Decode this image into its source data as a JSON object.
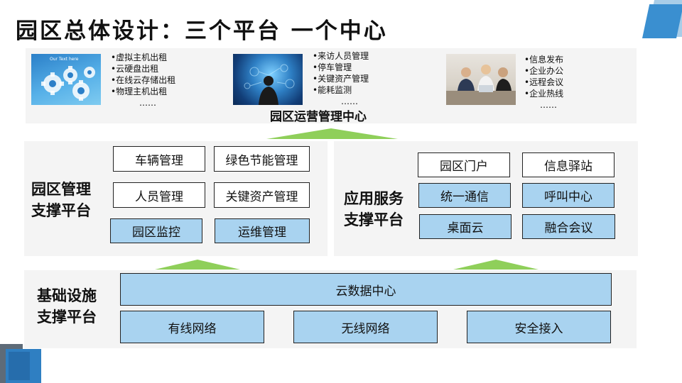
{
  "title": "园区总体设计：三个平台  一个中心",
  "top": {
    "col1": {
      "thumb_text": "Our Text here",
      "items": [
        "•虚拟主机出租",
        "•云硬盘出租",
        "•在线云存储出租",
        "•物理主机出租"
      ],
      "ellipsis": "……"
    },
    "col2": {
      "items": [
        "•来访人员管理",
        "•停车管理",
        "•关键资产管理",
        "•能耗监测"
      ],
      "ellipsis": "……"
    },
    "col3": {
      "items": [
        "•信息发布",
        "•企业办公",
        "•远程会议",
        "•企业热线"
      ],
      "ellipsis": "……"
    },
    "center_label": "园区运营管理中心"
  },
  "mgmt": {
    "label_line1": "园区管理",
    "label_line2": "支撑平台",
    "boxes": [
      "车辆管理",
      "绿色节能管理",
      "人员管理",
      "关键资产管理",
      "园区监控",
      "运维管理"
    ]
  },
  "app": {
    "label_line1": "应用服务",
    "label_line2": "支撑平台",
    "boxes": [
      "园区门户",
      "信息驿站",
      "统一通信",
      "呼叫中心",
      "桌面云",
      "融合会议"
    ]
  },
  "infra": {
    "label_line1": "基础设施",
    "label_line2": "支撑平台",
    "data_center": "云数据中心",
    "boxes": [
      "有线网络",
      "无线网络",
      "安全接入"
    ]
  },
  "colors": {
    "blue_box": "#a9d3f0",
    "arrow_green": "#8fcf5a",
    "panel_bg": "#f4f4f4",
    "accent_blue": "#3a8fd0"
  }
}
